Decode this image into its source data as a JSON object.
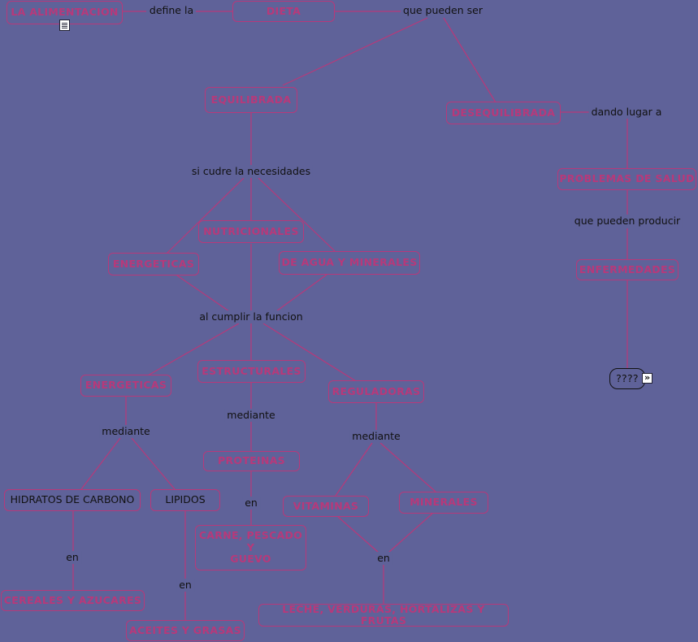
{
  "concepts": {
    "alimentacion": "LA ALIMENTACION",
    "dieta": "DIETA",
    "equilibrada": "EQUILIBRADA",
    "desequilibrada": "DESEQUILIBRADA",
    "problemas_salud": "PROBLEMAS DE SALUD",
    "enfermedades": "ENFERMEDADES",
    "interrogante": "????",
    "nutricionales": "NUTRICIONALES",
    "energeticas_1": "ENERGETICAS",
    "agua_minerales": "DE AGUA Y MINERALES",
    "energeticas_2": "ENERGETICAS",
    "estructurales": "ESTRUCTURALES",
    "reguladoras": "REGULADORAS",
    "proteinas": "PROTEINAS",
    "hidratos": "HIDRATOS DE CARBONO",
    "lipidos": "LIPIDOS",
    "vitaminas": "VITAMINAS",
    "minerales": "MINERALES",
    "carne": "CARNE, PESCADO\nY\nGUEVO",
    "cereales": "CEREALES Y AZUCARES",
    "aceites": "ACEITES Y GRASAS",
    "leche": "LECHE, VERDURAS, HORTALIZAS Y FRUTAS"
  },
  "links": {
    "define_la": "define la",
    "que_pueden_ser": "que pueden ser",
    "dando_lugar_a": "dando lugar a",
    "que_pueden_producir": "que pueden producir",
    "si_cudre": "si cudre la necesidades",
    "al_cumplir": "al cumplir la funcion",
    "mediante_1": "mediante",
    "mediante_2": "mediante",
    "mediante_3": "mediante",
    "en_1": "en",
    "en_2": "en",
    "en_3": "en",
    "en_4": "en"
  },
  "icons": {
    "resource": "document-icon",
    "expand": "expand-arrows-icon"
  },
  "colors": {
    "background": "#5f6299",
    "concept": "#b7397a",
    "link_text": "#111111"
  }
}
